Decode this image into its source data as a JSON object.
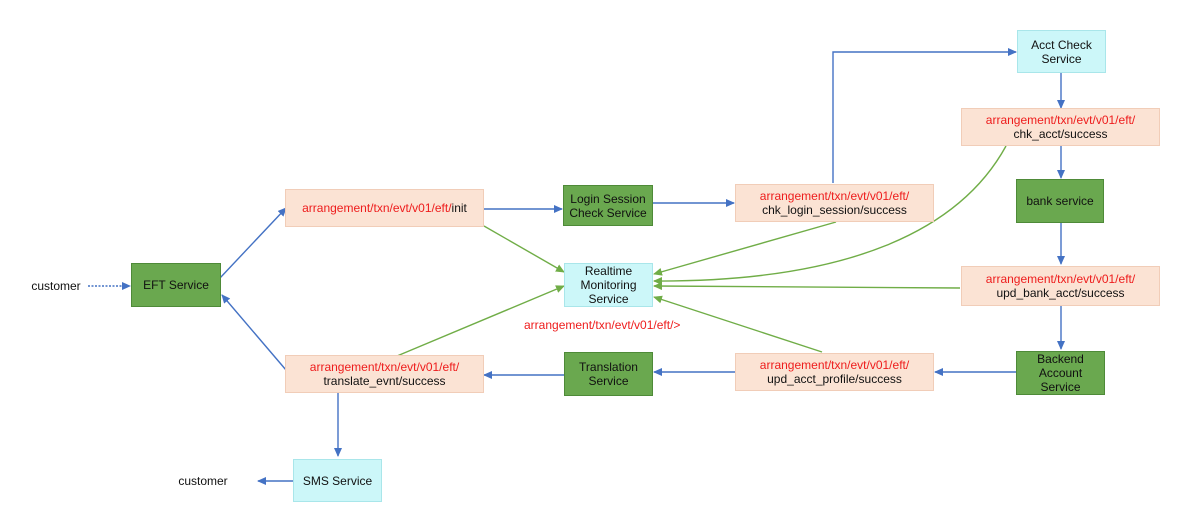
{
  "services": {
    "eft": "EFT Service",
    "login_line1": "Login Session",
    "login_line2": "Check Service",
    "acct_line1": "Acct Check",
    "acct_line2": "Service",
    "bank": "bank service",
    "backend_line1": "Backend",
    "backend_line2": "Account",
    "backend_line3": "Service",
    "translation_line1": "Translation",
    "translation_line2": "Service",
    "realtime_line1": "Realtime",
    "realtime_line2": "Monitoring",
    "realtime_line3": "Service",
    "sms": "SMS Service"
  },
  "actors": {
    "customer_in": "customer",
    "customer_out": "customer"
  },
  "topics": {
    "prefix": "arrangement/txn/evt/v01/eft/",
    "init_suffix": "init",
    "chk_login": "chk_login_session/success",
    "chk_acct": "chk_acct/success",
    "upd_bank": "upd_bank_acct/success",
    "upd_profile": "upd_acct_profile/success",
    "translate": "translate_evnt/success",
    "wildcard": "arrangement/txn/evt/v01/eft/>"
  },
  "colors": {
    "service_green": "#6aa84f",
    "service_light": "#ccf7f9",
    "topic_fill": "#fbe3d4",
    "flow_blue": "#4472c4",
    "monitor_green": "#70ad47",
    "topic_text_red": "#ee1c1c"
  }
}
